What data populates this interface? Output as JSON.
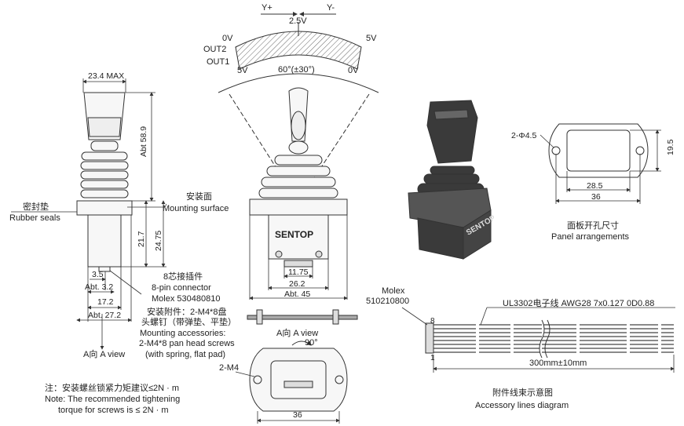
{
  "colors": {
    "ink": "#2a2a2a",
    "hatch": "#555555",
    "body_fill": "#f2f2f2",
    "dark_fill": "#3a3a3a"
  },
  "dims": {
    "top_width": "23.4 MAX",
    "height": "Abt 58.9",
    "d21_7": "21.7",
    "d24_75": "24.75",
    "d3_5": "3.5",
    "d3_2": "Abt. 3.2",
    "d17_2": "17.2",
    "d27_2": "Abt. 27.2",
    "d11_75": "11.75",
    "d26_2": "26.2",
    "d45": "Abt. 45",
    "d28_5": "28.5",
    "d36_panel": "36",
    "d19_5": "19.5",
    "holes": "2-Φ4.5",
    "d36_bottom": "36",
    "m4": "2-M4",
    "cable_len": "300mm±10mm"
  },
  "angle": {
    "y_plus": "Y+",
    "y_minus": "Y-",
    "center_v": "2.5V",
    "left_0v": "0V",
    "out2": "OUT2",
    "out1": "OUT1",
    "left_5v": "5V",
    "right_5v": "5V",
    "right_0v": "0V",
    "range": "60°(±30°)"
  },
  "labels": {
    "seal_cn": "密封垫",
    "seal_en": "Rubber seals",
    "mount_cn": "安装面",
    "mount_en": "Mounting surface",
    "connector_cn": "8芯接插件",
    "connector_en": "8-pin connector",
    "connector_pn": "Molex 530480810",
    "acc_cn1": "安装附件：2-M4*8盘",
    "acc_cn2": "头螺钉（带弹垫、平垫）",
    "acc_en1": "Mounting accessories:",
    "acc_en2": "2-M4*8 pan head screws",
    "acc_en3": "(with spring, flat pad)",
    "view_a_left": "A向 A view",
    "view_a_bottom": "A向 A view",
    "rot_90": "90°",
    "note_cn": "注：安装螺丝锁紧力矩建议≤2N · m",
    "note_en1": "Note: The recommended tightening",
    "note_en2": "torque for screws is ≤ 2N · m",
    "brand": "SENTOP",
    "panel_cn": "面板开孔尺寸",
    "panel_en": "Panel arrangements",
    "molex": "Molex",
    "molex_pn": "510210800",
    "wire_spec": "UL3302电子线 AWG28 7x0.127 0D0.88",
    "pin8": "8",
    "pin1": "1",
    "acc_lines_cn": "附件线束示意图",
    "acc_lines_en": "Accessory lines diagram"
  }
}
